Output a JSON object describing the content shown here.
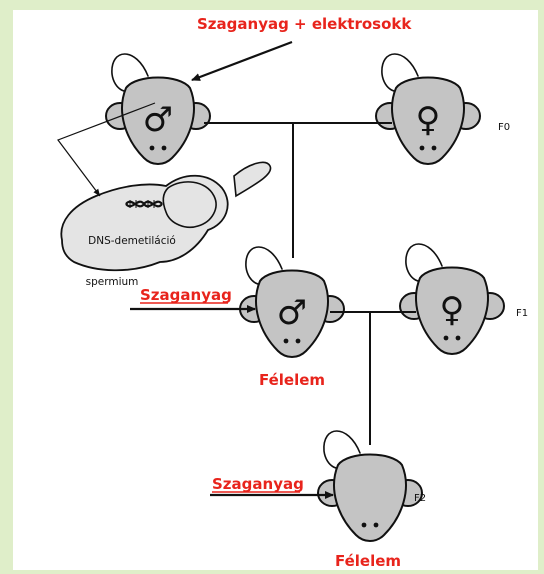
{
  "colors": {
    "frame": "#dfeec9",
    "canvas": "#ffffff",
    "accent_red": "#e8241c",
    "mouse_gray": "#c4c4c4",
    "mouse_white": "#ffffff",
    "sperm_fill": "#e4e4e4",
    "ink": "#111111"
  },
  "top_annotation": "Szaganyag + elektrosokk",
  "sperm": {
    "label_line1": "DNS-demetiláció",
    "label_line2": "spermium",
    "icon": "dna-helix-icon"
  },
  "generations": {
    "f0": "F0",
    "f1": "F1",
    "f2": "F2"
  },
  "mice": {
    "f0_male_symbol": "♂",
    "f0_female_symbol": "♀",
    "f1_male_symbol": "♂",
    "f1_female_symbol": "♀"
  },
  "stimulus": {
    "f1_label": "Szaganyag",
    "f2_label": "Szaganyag"
  },
  "outcome": {
    "f1_label": "Félelem",
    "f2_label": "Félelem"
  }
}
